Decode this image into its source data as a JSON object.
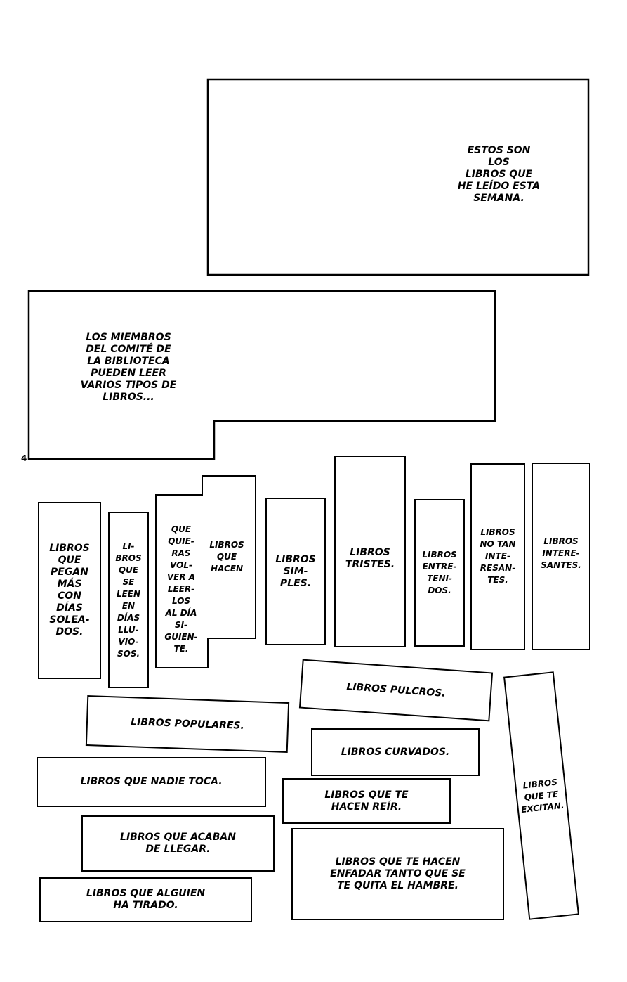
{
  "page_number": "4",
  "panel1": {
    "text": "ESTOS SON LOS\nLIBROS QUE\nHE LEÍDO ESTA\nSEMANA."
  },
  "panel2": {
    "text": "LOS MIEMBROS\nDEL COMITÉ DE\nLA BIBLIOTECA\nPUEDEN LEER\nVARIOS TIPOS DE\nLIBROS..."
  },
  "books": {
    "pegan": "LIBROS\nQUE\nPEGAN\nMÁS\nCON\nDÍAS\nSOLEA-\nDOS.",
    "lluviosos": "LI-\nBROS\nQUE\nSE\nLEEN\nEN\nDÍAS\nLLU-\nVIO-\nSOS.",
    "quieras": "QUE\nQUIE-\nRAS\nVOL-\nVER A\nLEER-\nLOS\nAL DÍA\nSI-\nGUIEN-\nTE.",
    "hacen": "LIBROS\nQUE\nHACEN",
    "simples": "LIBROS\nSIM-\nPLES.",
    "tristes": "LIBROS\nTRISTES.",
    "entretenidos": "LIBROS\nENTRE-\nTENI-\nDOS.",
    "no_tan": "LIBROS\nNO TAN\nINTE-\nRESAN-\nTES.",
    "interesantes": "LIBROS\nINTERE-\nSANTES.",
    "pulcros": "LIBROS PULCROS.",
    "populares": "LIBROS POPULARES.",
    "curvados": "LIBROS CURVADOS.",
    "excitan": "LIBROS\nQUE TE\nEXCITAN.",
    "nadie_toca": "LIBROS QUE NADIE TOCA.",
    "reir": "LIBROS QUE TE\nHACEN REÍR.",
    "acaban": "LIBROS QUE ACABAN\nDE LLEGAR.",
    "enfadar": "LIBROS QUE TE HACEN\nENFADAR TANTO QUE SE\nTE QUITA EL HAMBRE.",
    "tirado": "LIBROS QUE ALGUIEN\nHA TIRADO."
  }
}
